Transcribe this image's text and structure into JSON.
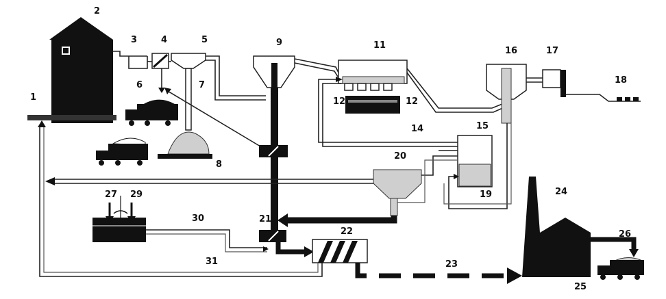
{
  "labels": [
    "1",
    "2",
    "3",
    "4",
    "5",
    "6",
    "7",
    "8",
    "9",
    "11",
    "12",
    "12",
    "14",
    "15",
    "16",
    "17",
    "18",
    "19",
    "20",
    "21",
    "22",
    "23",
    "24",
    "25",
    "26",
    "27",
    "29",
    "30",
    "31"
  ],
  "colors": {
    "ink": "#111111",
    "paper": "#ffffff",
    "grey": "#cfcfcf"
  }
}
